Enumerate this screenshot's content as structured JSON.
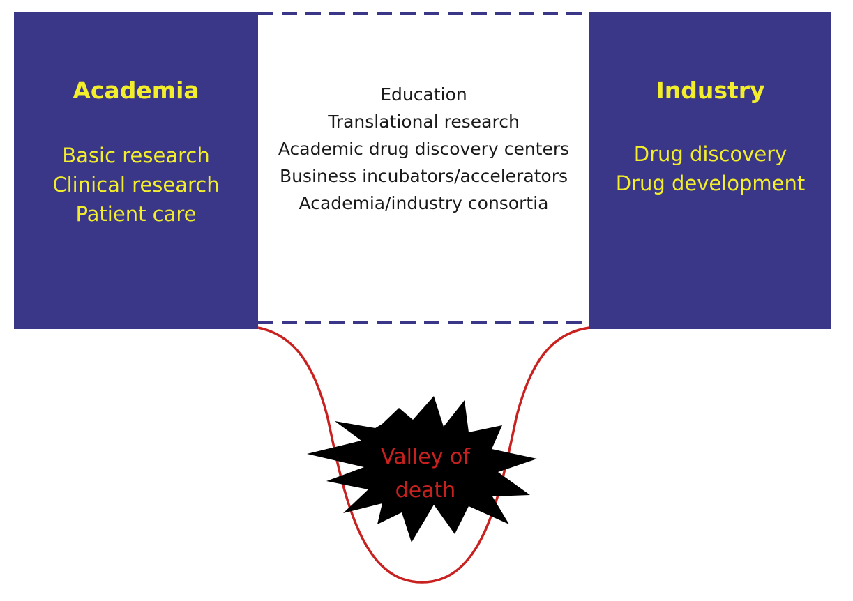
{
  "left_panel": {
    "title": "Academia",
    "items": [
      "Basic research",
      "Clinical research",
      "Patient care"
    ]
  },
  "middle": {
    "items": [
      "Education",
      "Translational research",
      "Academic drug discovery centers",
      "Business incubators/accelerators",
      "Academia/industry consortia"
    ]
  },
  "right_panel": {
    "title": "Industry",
    "items": [
      "Drug discovery",
      "Drug development"
    ]
  },
  "valley": {
    "line1": "Valley of",
    "line2": "death"
  },
  "colors": {
    "panel_fill": "#3a3788",
    "panel_text": "#f3ee2b",
    "valley_curve": "#c8211f",
    "valley_text": "#c8211f",
    "burst_fill": "#000000",
    "dashed_border": "#3a3788"
  }
}
